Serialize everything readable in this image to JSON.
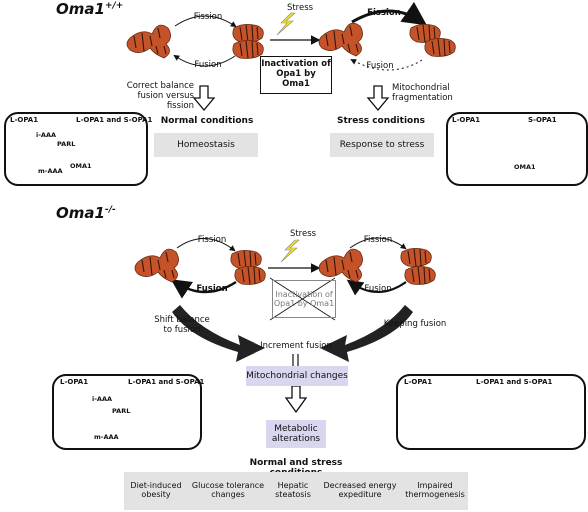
{
  "top": {
    "title": "Oma1",
    "title_sup": "+/+",
    "fission_left": "Fission",
    "fusion_left": "Fusion",
    "stress": "Stress",
    "inactivation": "Inactivation of Opa1 by Oma1",
    "fission_right": "Fission",
    "fusion_right": "Fusion",
    "correct_balance": "Correct balance fusion versus fission",
    "mito_frag": "Mitochondrial fragmentation",
    "normal_conditions": "Normal conditions",
    "stress_conditions": "Stress conditions",
    "homeostasis": "Homeostasis",
    "response": "Response to stress",
    "panel_left": {
      "lopa1": "L-OPA1",
      "iaaa": "i-AAA",
      "both": "L-OPA1 and S-OPA1",
      "parl": "PARL",
      "maaa": "m-AAA",
      "oma1": "OMA1"
    },
    "panel_right": {
      "lopa1": "L-OPA1",
      "sopa1": "S-OPA1",
      "oma1": "OMA1"
    }
  },
  "bottom": {
    "title": "Oma1",
    "title_sup": "-/-",
    "fission_left": "Fission",
    "fusion_left": "Fusion",
    "stress": "Stress",
    "inactivation": "Inactivation of Opa1 by Oma1",
    "fission_right": "Fission",
    "fusion_right": "Fusion",
    "shift_balance": "Shift balance to fusion",
    "keeping_fusion": "Keeping fusion",
    "increment_fusion": "Increment fusion",
    "mito_changes": "Mitochondrial changes",
    "metabolic": "Metabolic alterations",
    "normal_stress": "Normal and stress conditions",
    "panel_left": {
      "lopa1": "L-OPA1",
      "iaaa": "i-AAA",
      "both": "L-OPA1 and S-OPA1",
      "parl": "PARL",
      "maaa": "m-AAA"
    },
    "panel_right": {
      "lopa1": "L-OPA1",
      "both": "L-OPA1 and S-OPA1"
    },
    "conditions": [
      "Diet-induced obesity",
      "Glucose tolerance changes",
      "Hepatic steatosis",
      "Decreased energy expediture",
      "Impaired thermogenesis"
    ]
  },
  "colors": {
    "mito": "#c4532a",
    "teal": "#1f7a78",
    "blue": "#1fa0d6",
    "darkgreen": "#2e6b2e",
    "red": "#d62a2a",
    "graybox": "#e3e3e3",
    "purplebox": "#d9d6f0",
    "lightning": "#f2e21a"
  }
}
